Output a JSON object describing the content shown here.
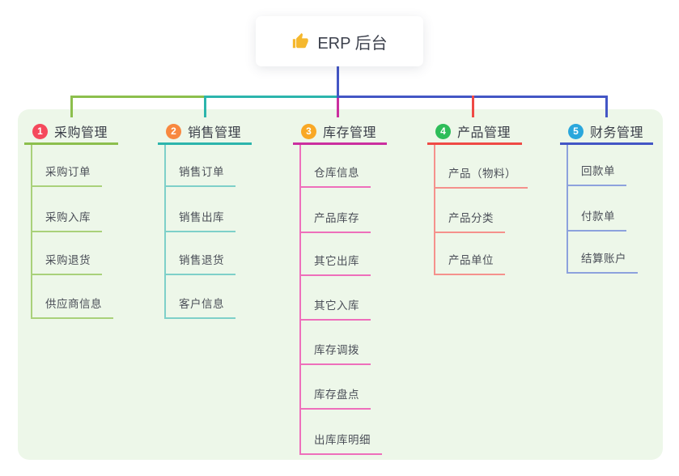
{
  "root": {
    "label": "ERP 后台",
    "icon": "thumbs-up-icon",
    "icon_color": "#f5b82e"
  },
  "branches": [
    {
      "num": "1",
      "label": "采购管理",
      "color": "#8cbf4d",
      "light": "#a9d17a",
      "circle": "#f5495c",
      "children": [
        "采购订单",
        "采购入库",
        "采购退货",
        "供应商信息"
      ]
    },
    {
      "num": "2",
      "label": "销售管理",
      "color": "#2cb5ac",
      "light": "#7ed0c9",
      "circle": "#f8883f",
      "children": [
        "销售订单",
        "销售出库",
        "销售退货",
        "客户信息"
      ]
    },
    {
      "num": "3",
      "label": "库存管理",
      "color": "#cb2f9f",
      "light": "#ee6fbb",
      "circle": "#f9a825",
      "children": [
        "仓库信息",
        "产品库存",
        "其它出库",
        "其它入库",
        "库存调拨",
        "库存盘点",
        "出库库明细"
      ]
    },
    {
      "num": "4",
      "label": "产品管理",
      "color": "#ef4a45",
      "light": "#f5918c",
      "circle": "#2ebd59",
      "children": [
        "产品（物料）",
        "产品分类",
        "产品单位"
      ]
    },
    {
      "num": "5",
      "label": "财务管理",
      "color": "#4356c5",
      "light": "#8da2dd",
      "circle": "#2aa7dc",
      "children": [
        "回款单",
        "付款单",
        "结算账户"
      ]
    }
  ],
  "colors": {
    "canvas": "#ffffff",
    "panel": "#edf7e9",
    "root_line": "#4356c5"
  }
}
